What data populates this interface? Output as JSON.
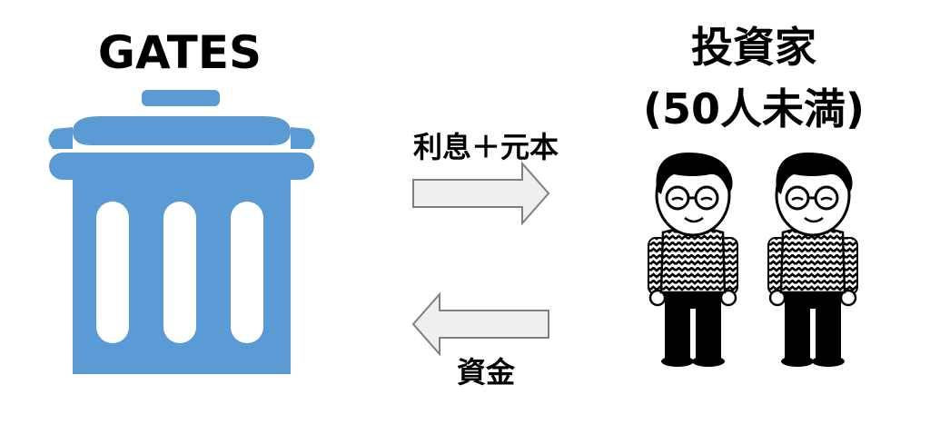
{
  "gates": {
    "title": "GATES",
    "icon": "bank-pillar-icon",
    "color": "#5b9bd5"
  },
  "investor": {
    "title": "投資家",
    "subtitle": "(50人未満)",
    "icon": "person-icon",
    "count": 2
  },
  "flows": {
    "to_investor_label": "利息＋元本",
    "to_gates_label": "資金",
    "arrow_fill": "#efefef",
    "arrow_stroke": "#7f7f7f"
  }
}
